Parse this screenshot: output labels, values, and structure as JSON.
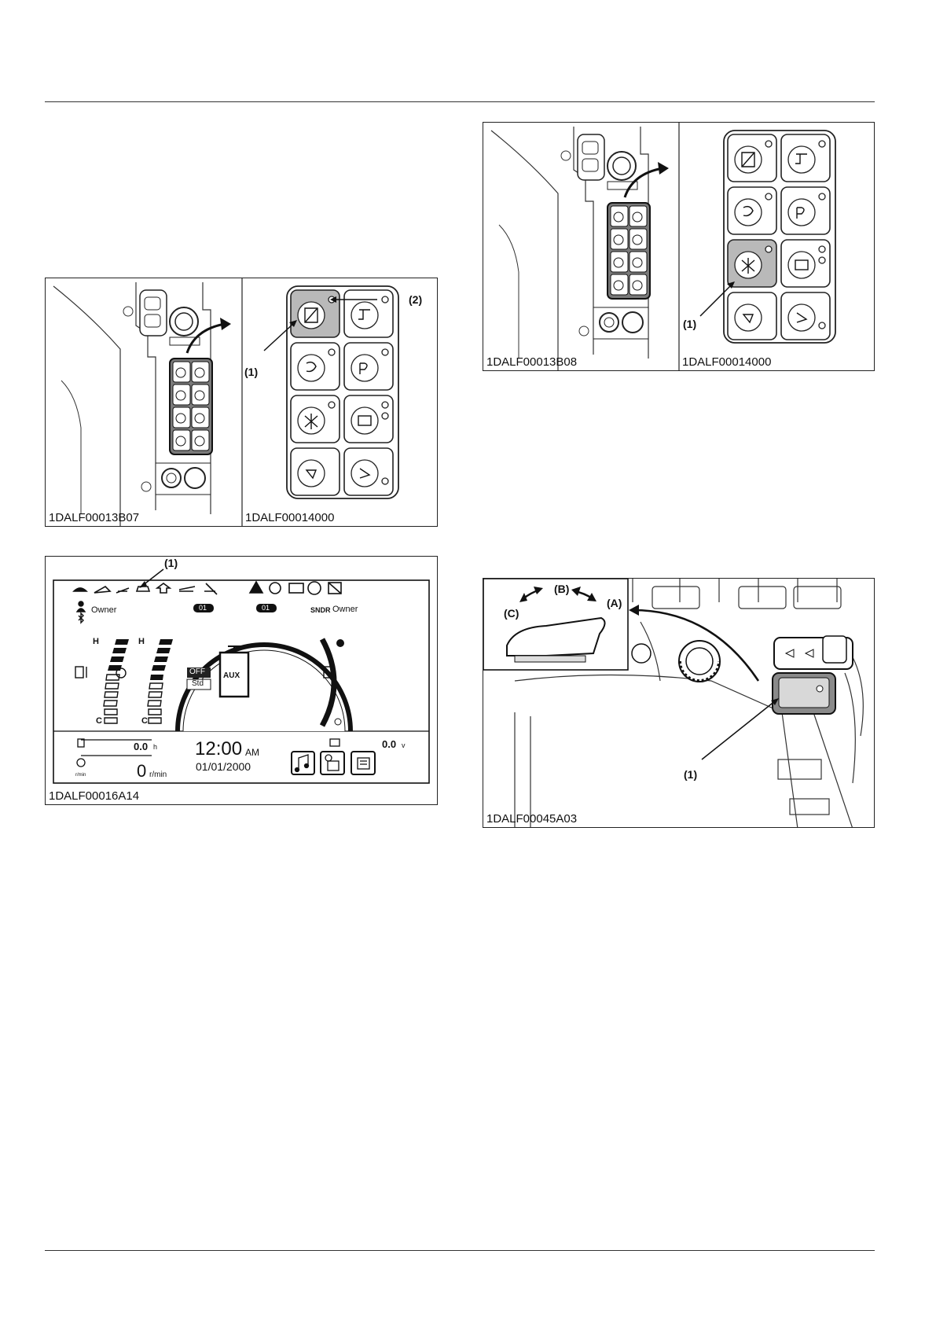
{
  "figures": {
    "fig1": {
      "left_code": "1DALF00013B07",
      "right_code": "1DALF00014000",
      "callout_1": "(1)",
      "callout_2": "(2)"
    },
    "fig2": {
      "left_code": "1DALF00013B08",
      "right_code": "1DALF00014000",
      "callout_1": "(1)"
    },
    "fig3": {
      "code": "1DALF00016A14",
      "callout_1": "(1)",
      "display": {
        "owner_left": "Owner",
        "owner_right": "Owner",
        "sndr": "SNDR",
        "badge_left": "01",
        "badge_right": "01",
        "gauge_h1": "H",
        "gauge_c1": "C",
        "gauge_h2": "H",
        "gauge_c2": "C",
        "mode_off": "OFF",
        "mode_std": "Std",
        "aux": "AUX",
        "hours_value": "0.0",
        "hours_unit": "h",
        "rpm_value": "0",
        "rpm_unit": "r/min",
        "rpm_icon_label": "r/min",
        "time": "12:00",
        "ampm": "AM",
        "date": "01/01/2000",
        "voltage_value": "0.0",
        "voltage_unit": "v"
      }
    },
    "fig4": {
      "code": "1DALF00045A03",
      "callout_1": "(1)",
      "label_a": "(A)",
      "label_b": "(B)",
      "label_c": "(C)"
    }
  }
}
